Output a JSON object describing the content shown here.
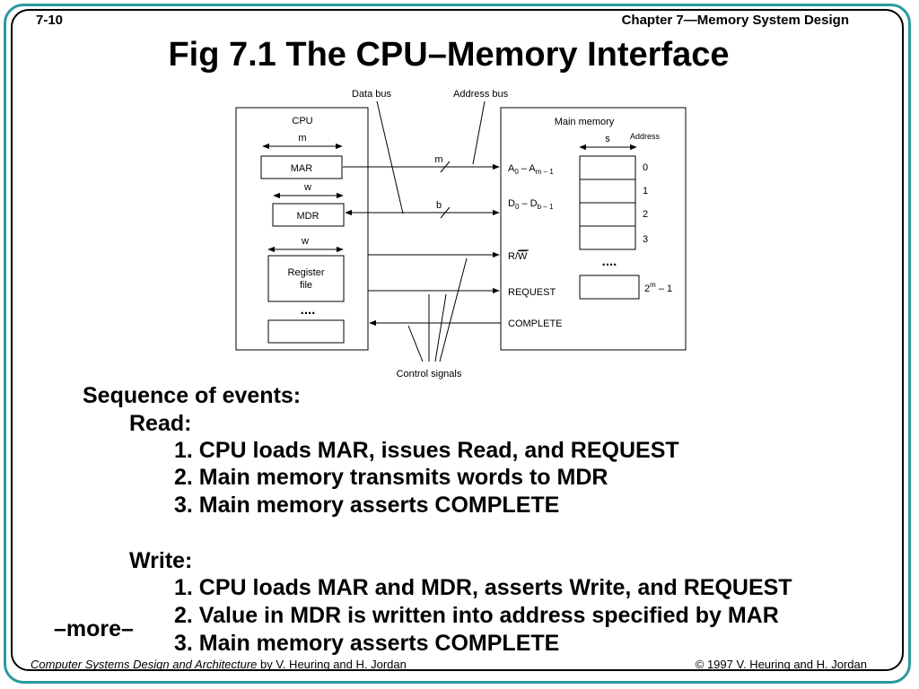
{
  "header": {
    "slide_number": "7-10",
    "chapter": "Chapter 7—Memory System Design"
  },
  "title": "Fig 7.1   The CPU–Memory Interface",
  "diagram": {
    "data_bus": "Data bus",
    "address_bus": "Address bus",
    "control_signals": "Control signals",
    "cpu": {
      "label": "CPU",
      "m": "m",
      "mar": "MAR",
      "w1": "w",
      "mdr": "MDR",
      "w2": "w",
      "register_file_line1": "Register",
      "register_file_line2": "file",
      "dots": "...."
    },
    "bus": {
      "m": "m",
      "b": "b"
    },
    "memory": {
      "label": "Main memory",
      "s": "s",
      "address": "Address",
      "a_lines": "A",
      "a_sub0": "0",
      "a_dash": " –  A",
      "a_sub_m": "m – 1",
      "d_lines": "D",
      "d_sub0": "0",
      "d_dash": " –  D",
      "d_sub_b": "b – 1",
      "rw_r": "R/",
      "rw_w": "W",
      "request": "REQUEST",
      "complete": "COMPLETE",
      "addresses": [
        "0",
        "1",
        "2",
        "3"
      ],
      "dots": "....",
      "last_base": "2",
      "last_exp": "m",
      "last_rest": " –  1"
    }
  },
  "sequence": {
    "heading": "Sequence of events:",
    "read_label": "Read:",
    "read_steps": [
      "1. CPU loads MAR, issues Read, and REQUEST",
      "2. Main memory transmits words to MDR",
      "3. Main memory asserts COMPLETE"
    ],
    "write_label": "Write:",
    "write_steps": [
      "1. CPU loads MAR and MDR, asserts Write, and REQUEST",
      "2. Value in MDR is written into address specified by MAR",
      "3. Main memory asserts COMPLETE"
    ],
    "more": "–more–"
  },
  "footer": {
    "book_title": "Computer Systems Design and Architecture",
    "authors": " by V. Heuring and H. Jordan",
    "copyright": "© 1997 V. Heuring and H. Jordan"
  }
}
